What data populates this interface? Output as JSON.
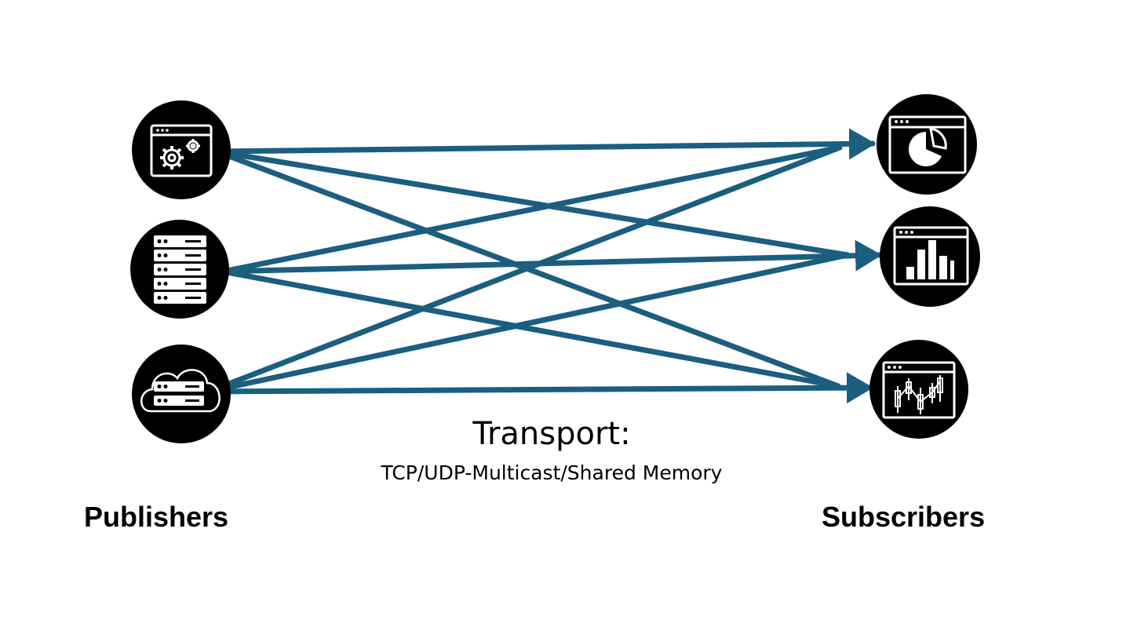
{
  "publishers": {
    "label": "Publishers",
    "nodes": [
      {
        "id": "pub-app",
        "icon": "app-gears-icon"
      },
      {
        "id": "pub-server",
        "icon": "server-rack-icon"
      },
      {
        "id": "pub-cloud",
        "icon": "cloud-server-icon"
      }
    ]
  },
  "subscribers": {
    "label": "Subscribers",
    "nodes": [
      {
        "id": "sub-pie",
        "icon": "pie-chart-window-icon"
      },
      {
        "id": "sub-bar",
        "icon": "bar-chart-window-icon"
      },
      {
        "id": "sub-candle",
        "icon": "candlestick-window-icon"
      }
    ]
  },
  "transport": {
    "title": "Transport:",
    "detail": "TCP/UDP-Multicast/Shared Memory"
  },
  "connections": "all-to-all",
  "colors": {
    "arrow": "#1b5e80",
    "node": "#000000",
    "icon": "#ffffff"
  }
}
